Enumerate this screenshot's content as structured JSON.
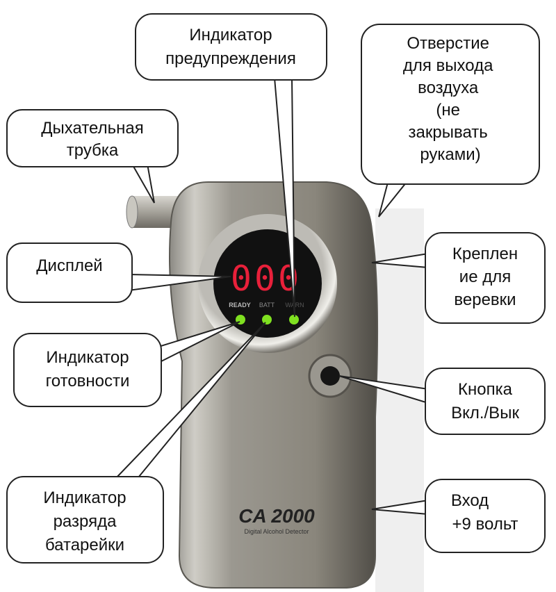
{
  "device": {
    "display_value": "000",
    "indicator_labels": [
      "READY",
      "BATT",
      "WARN"
    ],
    "model": "CA 2000",
    "subtitle": "Digital Alcohol Detector",
    "led_color": "#7fe020",
    "display_color": "#e8203a"
  },
  "callouts": {
    "tube": [
      "Дыхательная",
      "трубка"
    ],
    "warning": [
      "Индикатор",
      "предупреждения"
    ],
    "vent": [
      "Отверстие",
      "для выхода",
      "воздуха",
      "(не",
      "закрывать",
      "руками)"
    ],
    "display": [
      "Дисплей"
    ],
    "strap": [
      "Креплен",
      "ие для",
      "веревки"
    ],
    "ready": [
      "Индикатор",
      "готовности"
    ],
    "power": [
      "Кнопка",
      "Вкл./Вык"
    ],
    "battery": [
      "Индикатор",
      "разряда",
      "батарейки"
    ],
    "input": [
      "Вход",
      "+9 вольт"
    ]
  }
}
